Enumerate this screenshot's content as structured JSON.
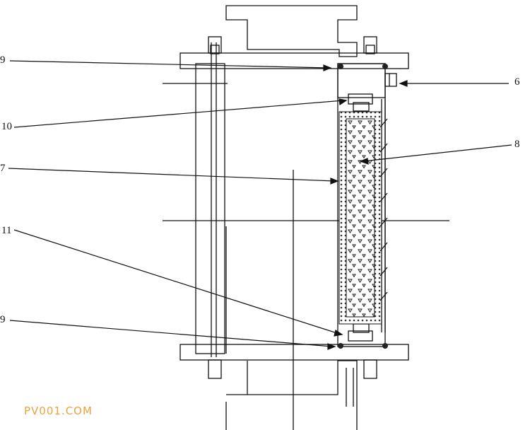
{
  "labels": {
    "l9_top": "9",
    "l6": "6",
    "l10": "10",
    "l8": "8",
    "l7": "7",
    "l11": "11",
    "l9_bottom": "9"
  },
  "watermark": {
    "text": "PV001.COM",
    "color": "#e8a33c"
  },
  "colors": {
    "line": "#111111",
    "fill_dots": "#555555"
  }
}
